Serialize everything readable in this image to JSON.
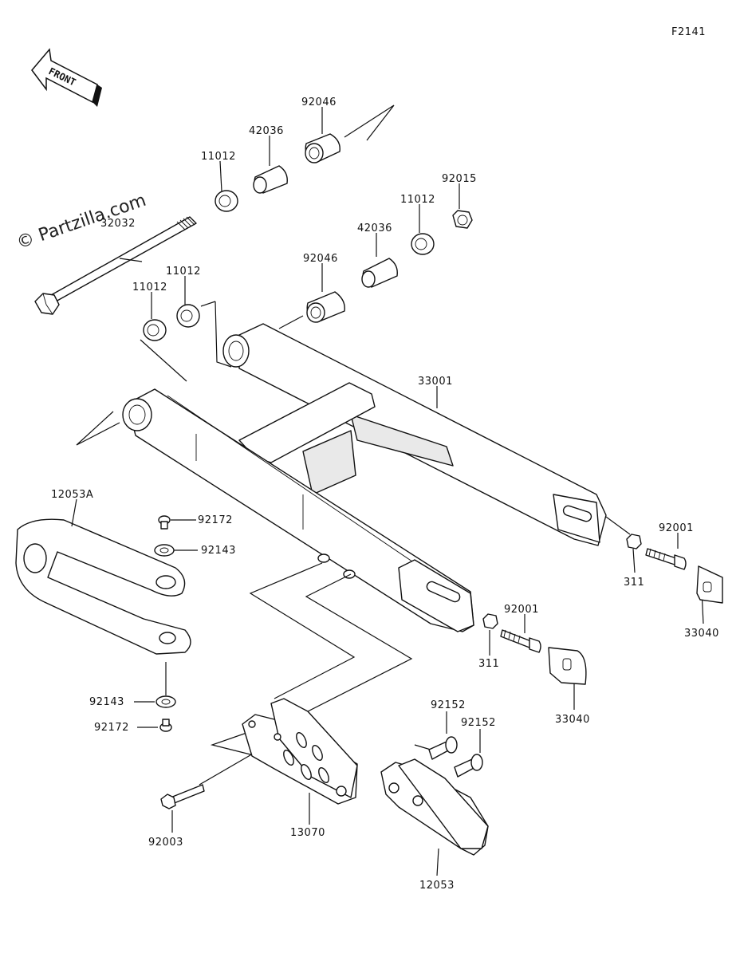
{
  "diagram_id": "F2141",
  "front_label": "FRONT",
  "watermark": "© Partzilla.com",
  "parts": {
    "p92046_top": "92046",
    "p42036_top": "42036",
    "p11012_top": "11012",
    "p92015": "92015",
    "p11012_r": "11012",
    "p42036_mid": "42036",
    "p32032": "32032",
    "p92046_mid": "92046",
    "p11012_l1": "11012",
    "p11012_l2": "11012",
    "p33001": "33001",
    "p12053A": "12053A",
    "p92172_top": "92172",
    "p92143_top": "92143",
    "p92001_r": "92001",
    "p311_r": "311",
    "p33040_r": "33040",
    "p92001_m": "92001",
    "p311_m": "311",
    "p33040_m": "33040",
    "p92143_bot": "92143",
    "p92172_bot": "92172",
    "p92152_a": "92152",
    "p92152_b": "92152",
    "p92003": "92003",
    "p13070": "13070",
    "p12053": "12053"
  }
}
